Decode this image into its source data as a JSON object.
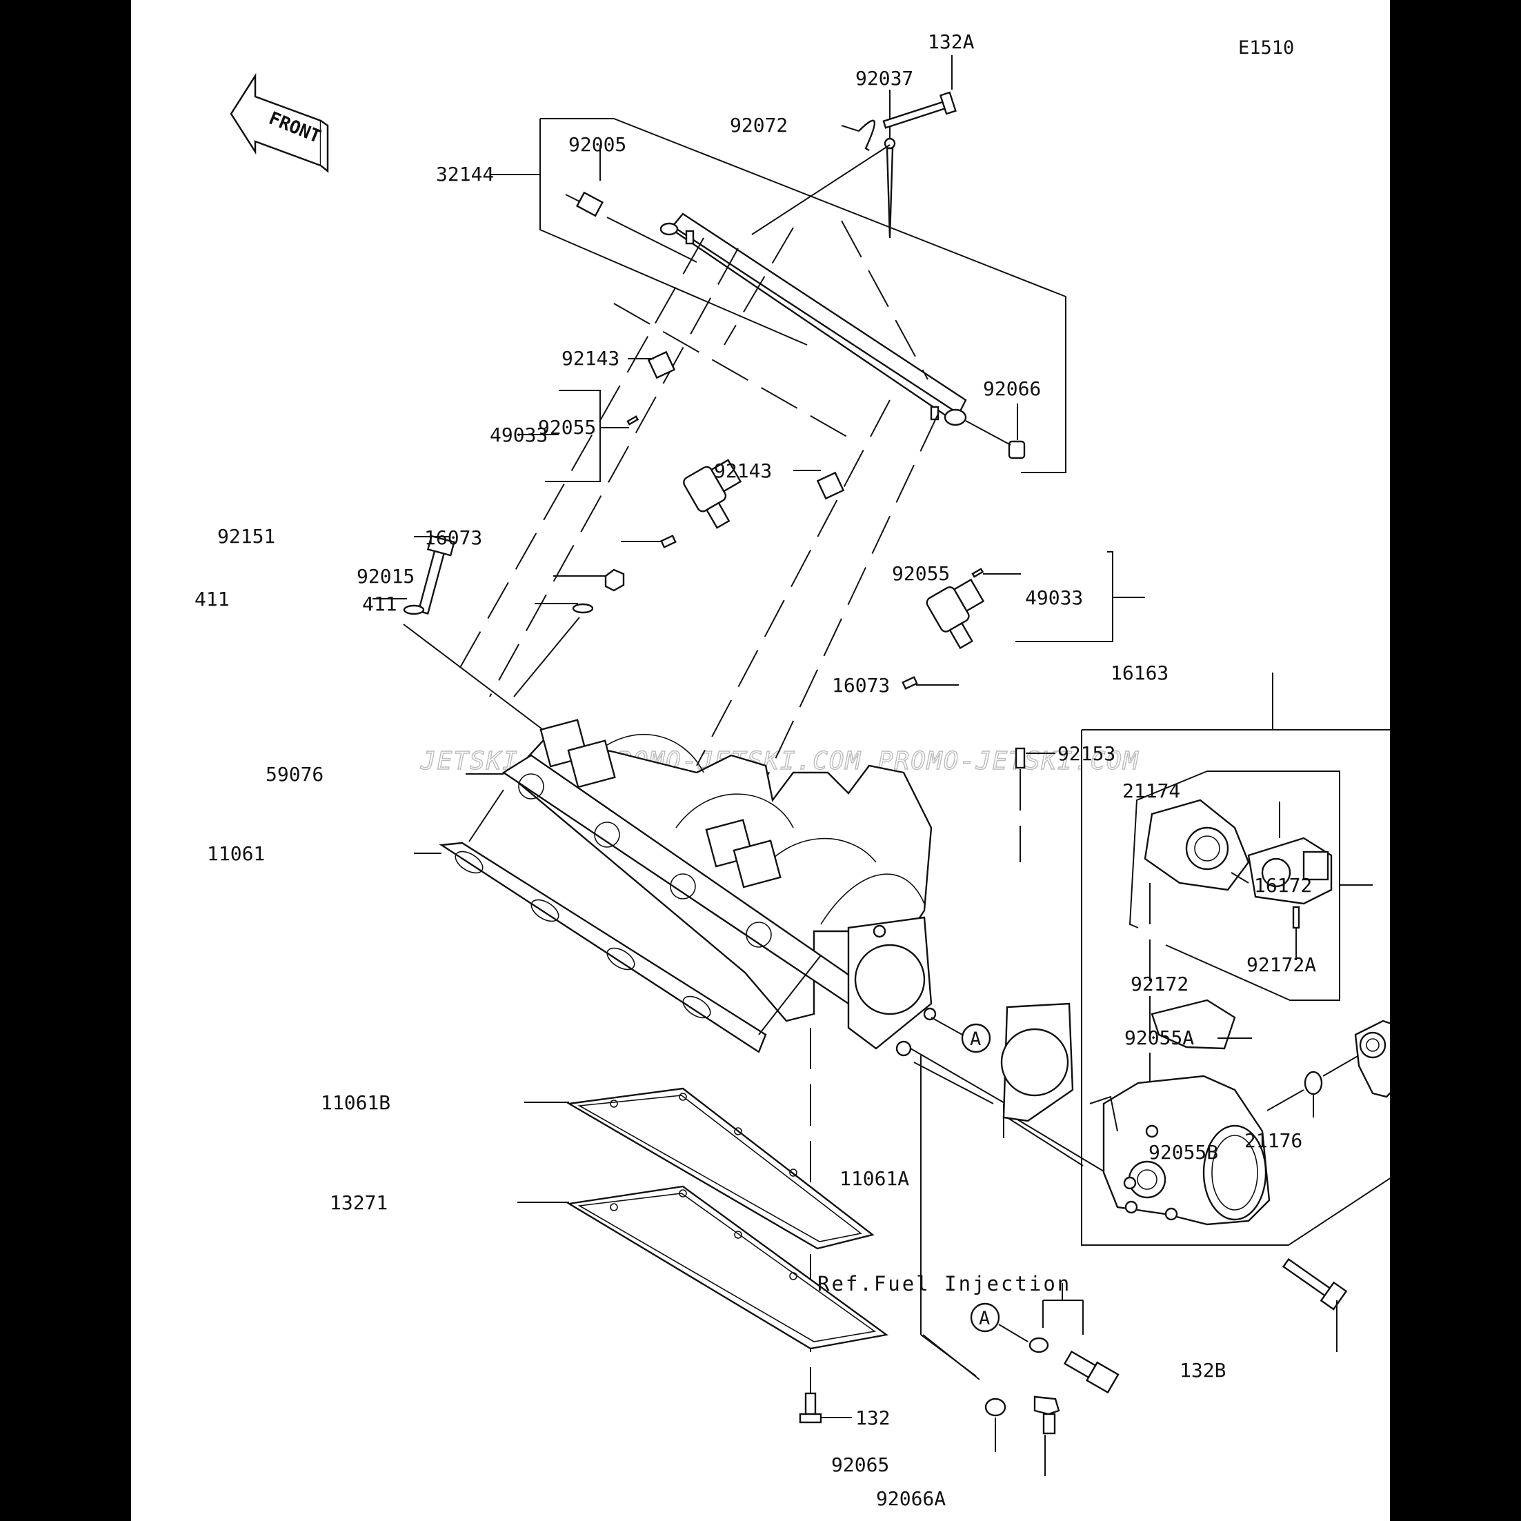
{
  "diagram": {
    "code": "E1510",
    "front_label": "FRONT",
    "reference_text": "Ref.Fuel Injection",
    "watermark": "JETSKI.COM  PROMO-JETSKI.COM  PROMO-JETSKI.COM",
    "circle_marker": "A",
    "part_labels": {
      "p132A": "132A",
      "p92037": "92037",
      "p92072": "92072",
      "p92005": "92005",
      "p32144": "32144",
      "p92143a": "92143",
      "p92143b": "92143",
      "p92066": "92066",
      "p49033a": "49033",
      "p92055a": "92055",
      "p92055b": "92055",
      "p49033b": "49033",
      "p16073a": "16073",
      "p16073b": "16073",
      "p92151": "92151",
      "p92015": "92015",
      "p411a": "411",
      "p411b": "411",
      "p16163": "16163",
      "p92153": "92153",
      "p21174": "21174",
      "p59076": "59076",
      "p16172": "16172",
      "p11061": "11061",
      "p92172": "92172",
      "p92172A": "92172A",
      "p92055A": "92055A",
      "p11061B": "11061B",
      "p11061A": "11061A",
      "p92055B": "92055B",
      "p21176": "21176",
      "p13271": "13271",
      "p132B": "132B",
      "p132": "132",
      "p92065": "92065",
      "p92066A": "92066A"
    }
  }
}
